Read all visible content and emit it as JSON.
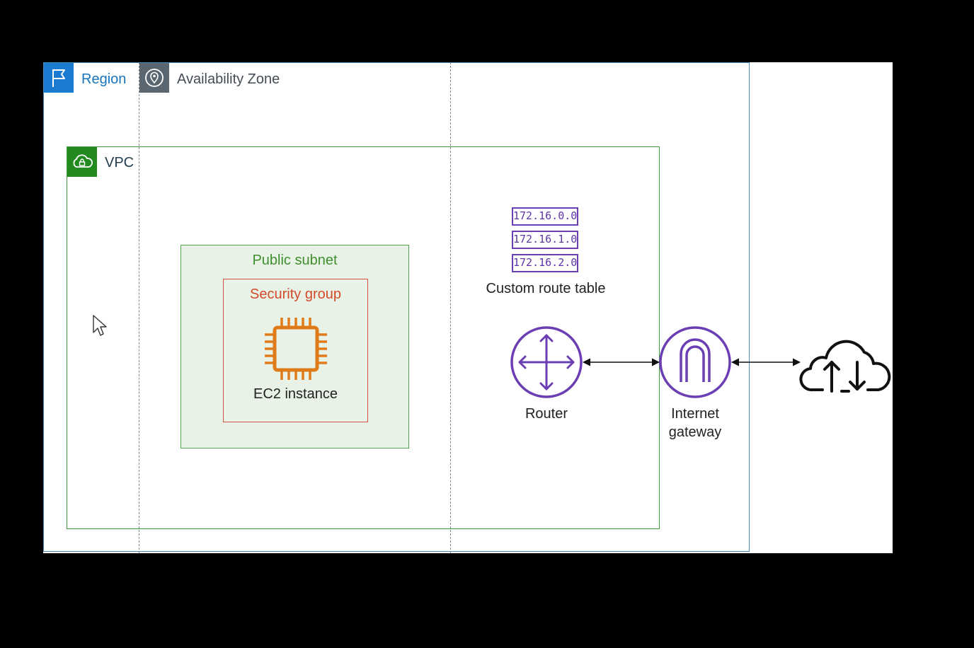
{
  "diagram": {
    "region": {
      "label": "Region",
      "icon": "flag-icon",
      "color": "#1a7bd0"
    },
    "availability_zone": {
      "label": "Availability Zone",
      "icon": "location-pin-icon",
      "color": "#5b6770"
    },
    "vpc": {
      "label": "VPC",
      "icon": "cloud-lock-icon",
      "color": "#238a20"
    },
    "public_subnet": {
      "label": "Public subnet",
      "color": "#3f8f2f"
    },
    "security_group": {
      "label": "Security group",
      "color": "#d44b2b"
    },
    "ec2_instance": {
      "label": "EC2 instance",
      "icon": "chip-icon",
      "color": "#e07b1a"
    },
    "route_table": {
      "entries": [
        "172.16.0.0",
        "172.16.1.0",
        "172.16.2.0"
      ],
      "label": "Custom route table",
      "color": "#6b3fb3"
    },
    "router": {
      "label": "Router",
      "icon": "router-arrows-icon",
      "color": "#6b3fb3"
    },
    "internet_gateway": {
      "label_line1": "Internet",
      "label_line2": "gateway",
      "icon": "gateway-arch-icon",
      "color": "#6b3fb3"
    },
    "internet": {
      "icon": "cloud-upload-download-icon"
    }
  }
}
